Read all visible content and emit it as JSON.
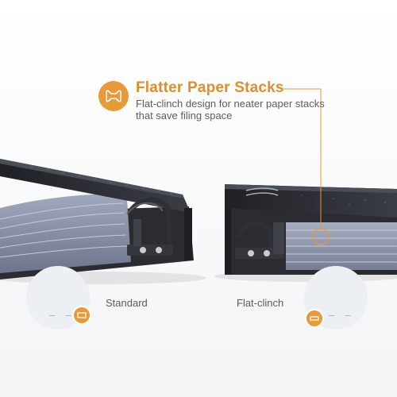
{
  "feature": {
    "title": "Flatter Paper Stacks",
    "description": "Flat-clinch design for neater paper stacks that save filing space",
    "icon": "paper-clip-icon"
  },
  "comparison": {
    "standard_label": "Standard",
    "flat_clinch_label": "Flat-clinch"
  },
  "colors": {
    "accent": "#e79a3a",
    "binder": "#2b2d31",
    "paper": "#8c93aa",
    "red_part": "#d42a2a"
  }
}
